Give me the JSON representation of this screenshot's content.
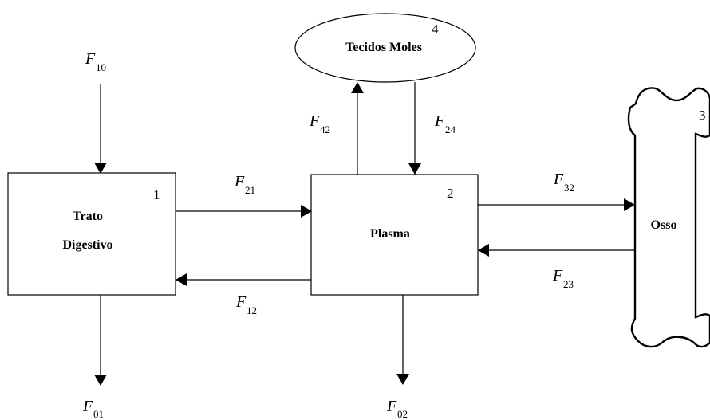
{
  "compartments": {
    "trato": {
      "line1": "Trato",
      "line2": "Digestivo",
      "number": "1"
    },
    "plasma": {
      "label": "Plasma",
      "number": "2"
    },
    "osso": {
      "label": "Osso",
      "number": "3"
    },
    "tecidos": {
      "label": "Tecidos Moles",
      "number": "4"
    }
  },
  "flows": {
    "f10": {
      "symbol": "F",
      "sub": "10"
    },
    "f21": {
      "symbol": "F",
      "sub": "21"
    },
    "f12": {
      "symbol": "F",
      "sub": "12"
    },
    "f42": {
      "symbol": "F",
      "sub": "42"
    },
    "f24": {
      "symbol": "F",
      "sub": "24"
    },
    "f32": {
      "symbol": "F",
      "sub": "32"
    },
    "f23": {
      "symbol": "F",
      "sub": "23"
    },
    "f01": {
      "symbol": "F",
      "sub": "01"
    },
    "f02": {
      "symbol": "F",
      "sub": "02"
    }
  }
}
